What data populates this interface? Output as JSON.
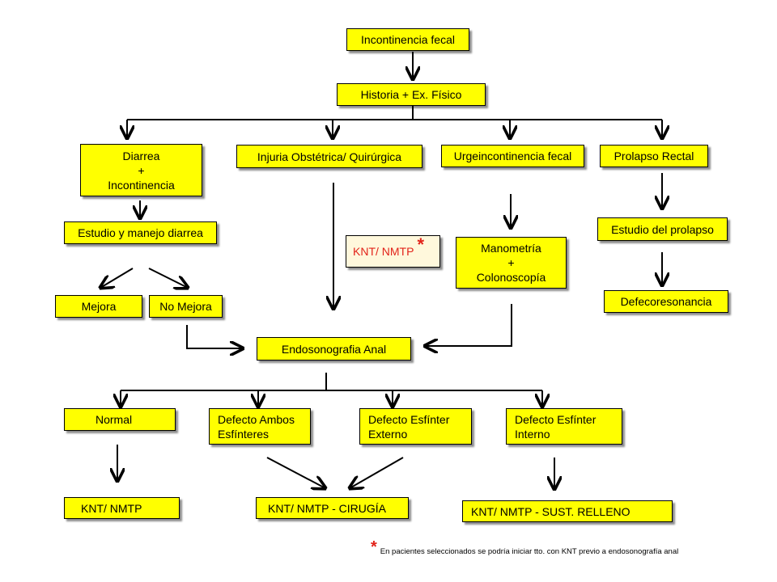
{
  "nodes": {
    "incontinencia": "Incontinencia fecal",
    "historia": "Historia + Ex. Físico",
    "diarrea": [
      "Diarrea",
      "+",
      "Incontinencia"
    ],
    "injuria": "Injuria Obstétrica/ Quirúrgica",
    "urgeincontinencia": "Urgeincontinencia fecal",
    "prolapso": "Prolapso Rectal",
    "estudio_diarrea": "Estudio y manejo diarrea",
    "knt_nmtp_star": "KNT/ NMTP",
    "manometria": [
      "Manometría",
      "+",
      "Colonoscopía"
    ],
    "estudio_prolapso": "Estudio del prolapso",
    "mejora": "Mejora",
    "no_mejora": "No Mejora",
    "defecoresonancia": "Defecoresonancia",
    "endosonografia": "Endosonografia Anal",
    "normal": "Normal",
    "defecto_ambos": [
      "Defecto Ambos",
      "Esfínteres"
    ],
    "defecto_externo": [
      "Defecto Esfínter",
      "Externo"
    ],
    "defecto_interno": [
      "Defecto Esfínter",
      "Interno"
    ],
    "knt_nmtp": "KNT/ NMTP",
    "knt_cirugia": "KNT/ NMTP - CIRUGÍA",
    "knt_relleno": "KNT/ NMTP - SUST. RELLENO"
  },
  "asterisk": "*",
  "footnote": "En pacientes seleccionados se podría iniciar tto. con KNT previo a endosonografía anal",
  "colors": {
    "box_fill": "#ffff00",
    "note_fill": "#fff8dc",
    "accent": "#e2231a"
  }
}
